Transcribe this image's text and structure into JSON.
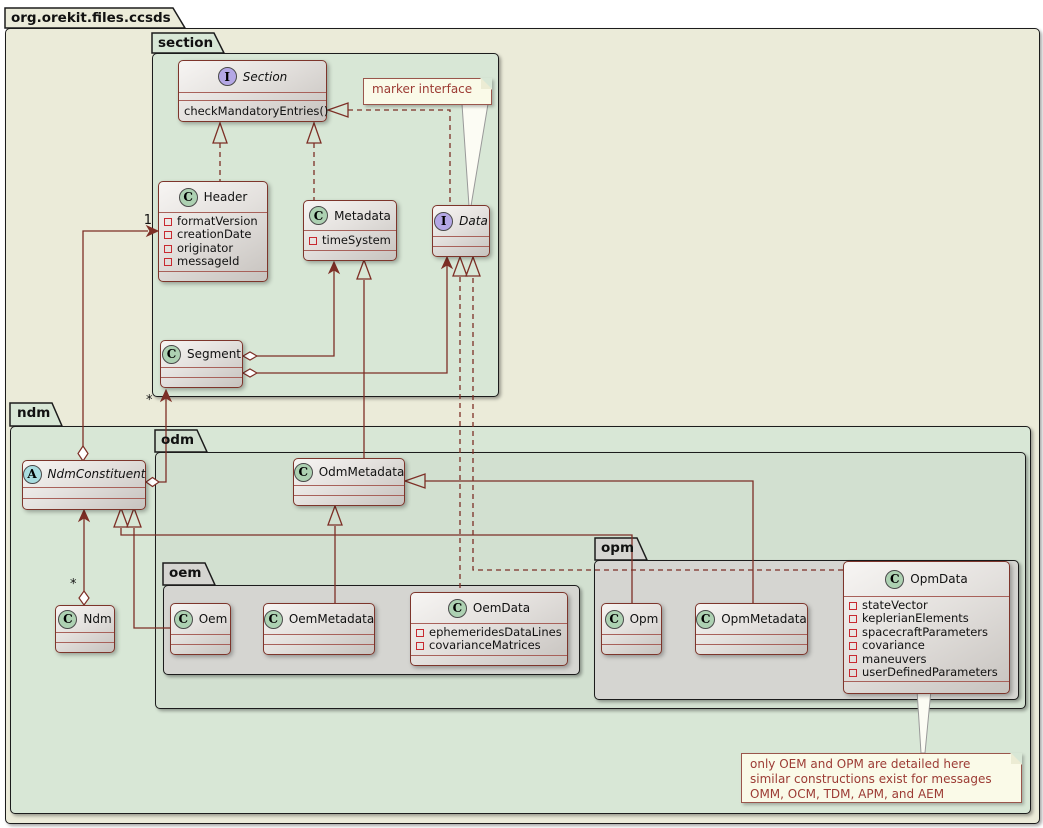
{
  "packages": {
    "root": {
      "label": "org.orekit.files.ccsds"
    },
    "section": {
      "label": "section"
    },
    "ndm": {
      "label": "ndm"
    },
    "odm": {
      "label": "odm"
    },
    "oem": {
      "label": "oem"
    },
    "opm": {
      "label": "opm"
    }
  },
  "classes": {
    "section": {
      "kind": "interface",
      "icon_letter": "I",
      "name": "Section",
      "methods": [
        "checkMandatoryEntries()"
      ]
    },
    "header": {
      "kind": "class",
      "icon_letter": "C",
      "name": "Header",
      "fields": [
        "formatVersion",
        "creationDate",
        "originator",
        "messageId"
      ]
    },
    "metadata": {
      "kind": "class",
      "icon_letter": "C",
      "name": "Metadata",
      "fields": [
        "timeSystem"
      ]
    },
    "data": {
      "kind": "interface",
      "icon_letter": "I",
      "name": "Data"
    },
    "segment": {
      "kind": "class",
      "icon_letter": "C",
      "name": "Segment"
    },
    "ndmConstituent": {
      "kind": "abstract",
      "icon_letter": "A",
      "name": "NdmConstituent"
    },
    "ndm": {
      "kind": "class",
      "icon_letter": "C",
      "name": "Ndm"
    },
    "odmMetadata": {
      "kind": "class",
      "icon_letter": "C",
      "name": "OdmMetadata"
    },
    "oem": {
      "kind": "class",
      "icon_letter": "C",
      "name": "Oem"
    },
    "oemMetadata": {
      "kind": "class",
      "icon_letter": "C",
      "name": "OemMetadata"
    },
    "oemData": {
      "kind": "class",
      "icon_letter": "C",
      "name": "OemData",
      "fields": [
        "ephemeridesDataLines",
        "covarianceMatrices"
      ]
    },
    "opm": {
      "kind": "class",
      "icon_letter": "C",
      "name": "Opm"
    },
    "opmMetadata": {
      "kind": "class",
      "icon_letter": "C",
      "name": "OpmMetadata"
    },
    "opmData": {
      "kind": "class",
      "icon_letter": "C",
      "name": "OpmData",
      "fields": [
        "stateVector",
        "keplerianElements",
        "spacecraftParameters",
        "covariance",
        "maneuvers",
        "userDefinedParameters"
      ]
    }
  },
  "notes": {
    "marker": {
      "text": "marker interface"
    },
    "bottom": {
      "lines": [
        "only OEM and OPM are detailed here",
        "similar constructions exist for messages",
        "OMM, OCM, TDM, APM, and AEM"
      ]
    }
  },
  "multiplicities": {
    "header_one": "1",
    "segment_many": "*",
    "ndm_many": "*"
  },
  "colors": {
    "outer_package_fill": "#EBEBD9",
    "green_package_fill": "#D8E7D6",
    "odm_package_fill": "#D2E0D0",
    "gray_package_fill": "#D5D5D1",
    "class_border": "#7D352B",
    "edge_line": "#7D2F26",
    "note_text": "#9C3B34",
    "note_fill": "#FAFAE8",
    "icon_class_fill": "#ADD1B2",
    "icon_interface_fill": "#B4A7E5",
    "icon_abstract_fill": "#A9DCDF",
    "private_field_icon": "#C82930"
  }
}
